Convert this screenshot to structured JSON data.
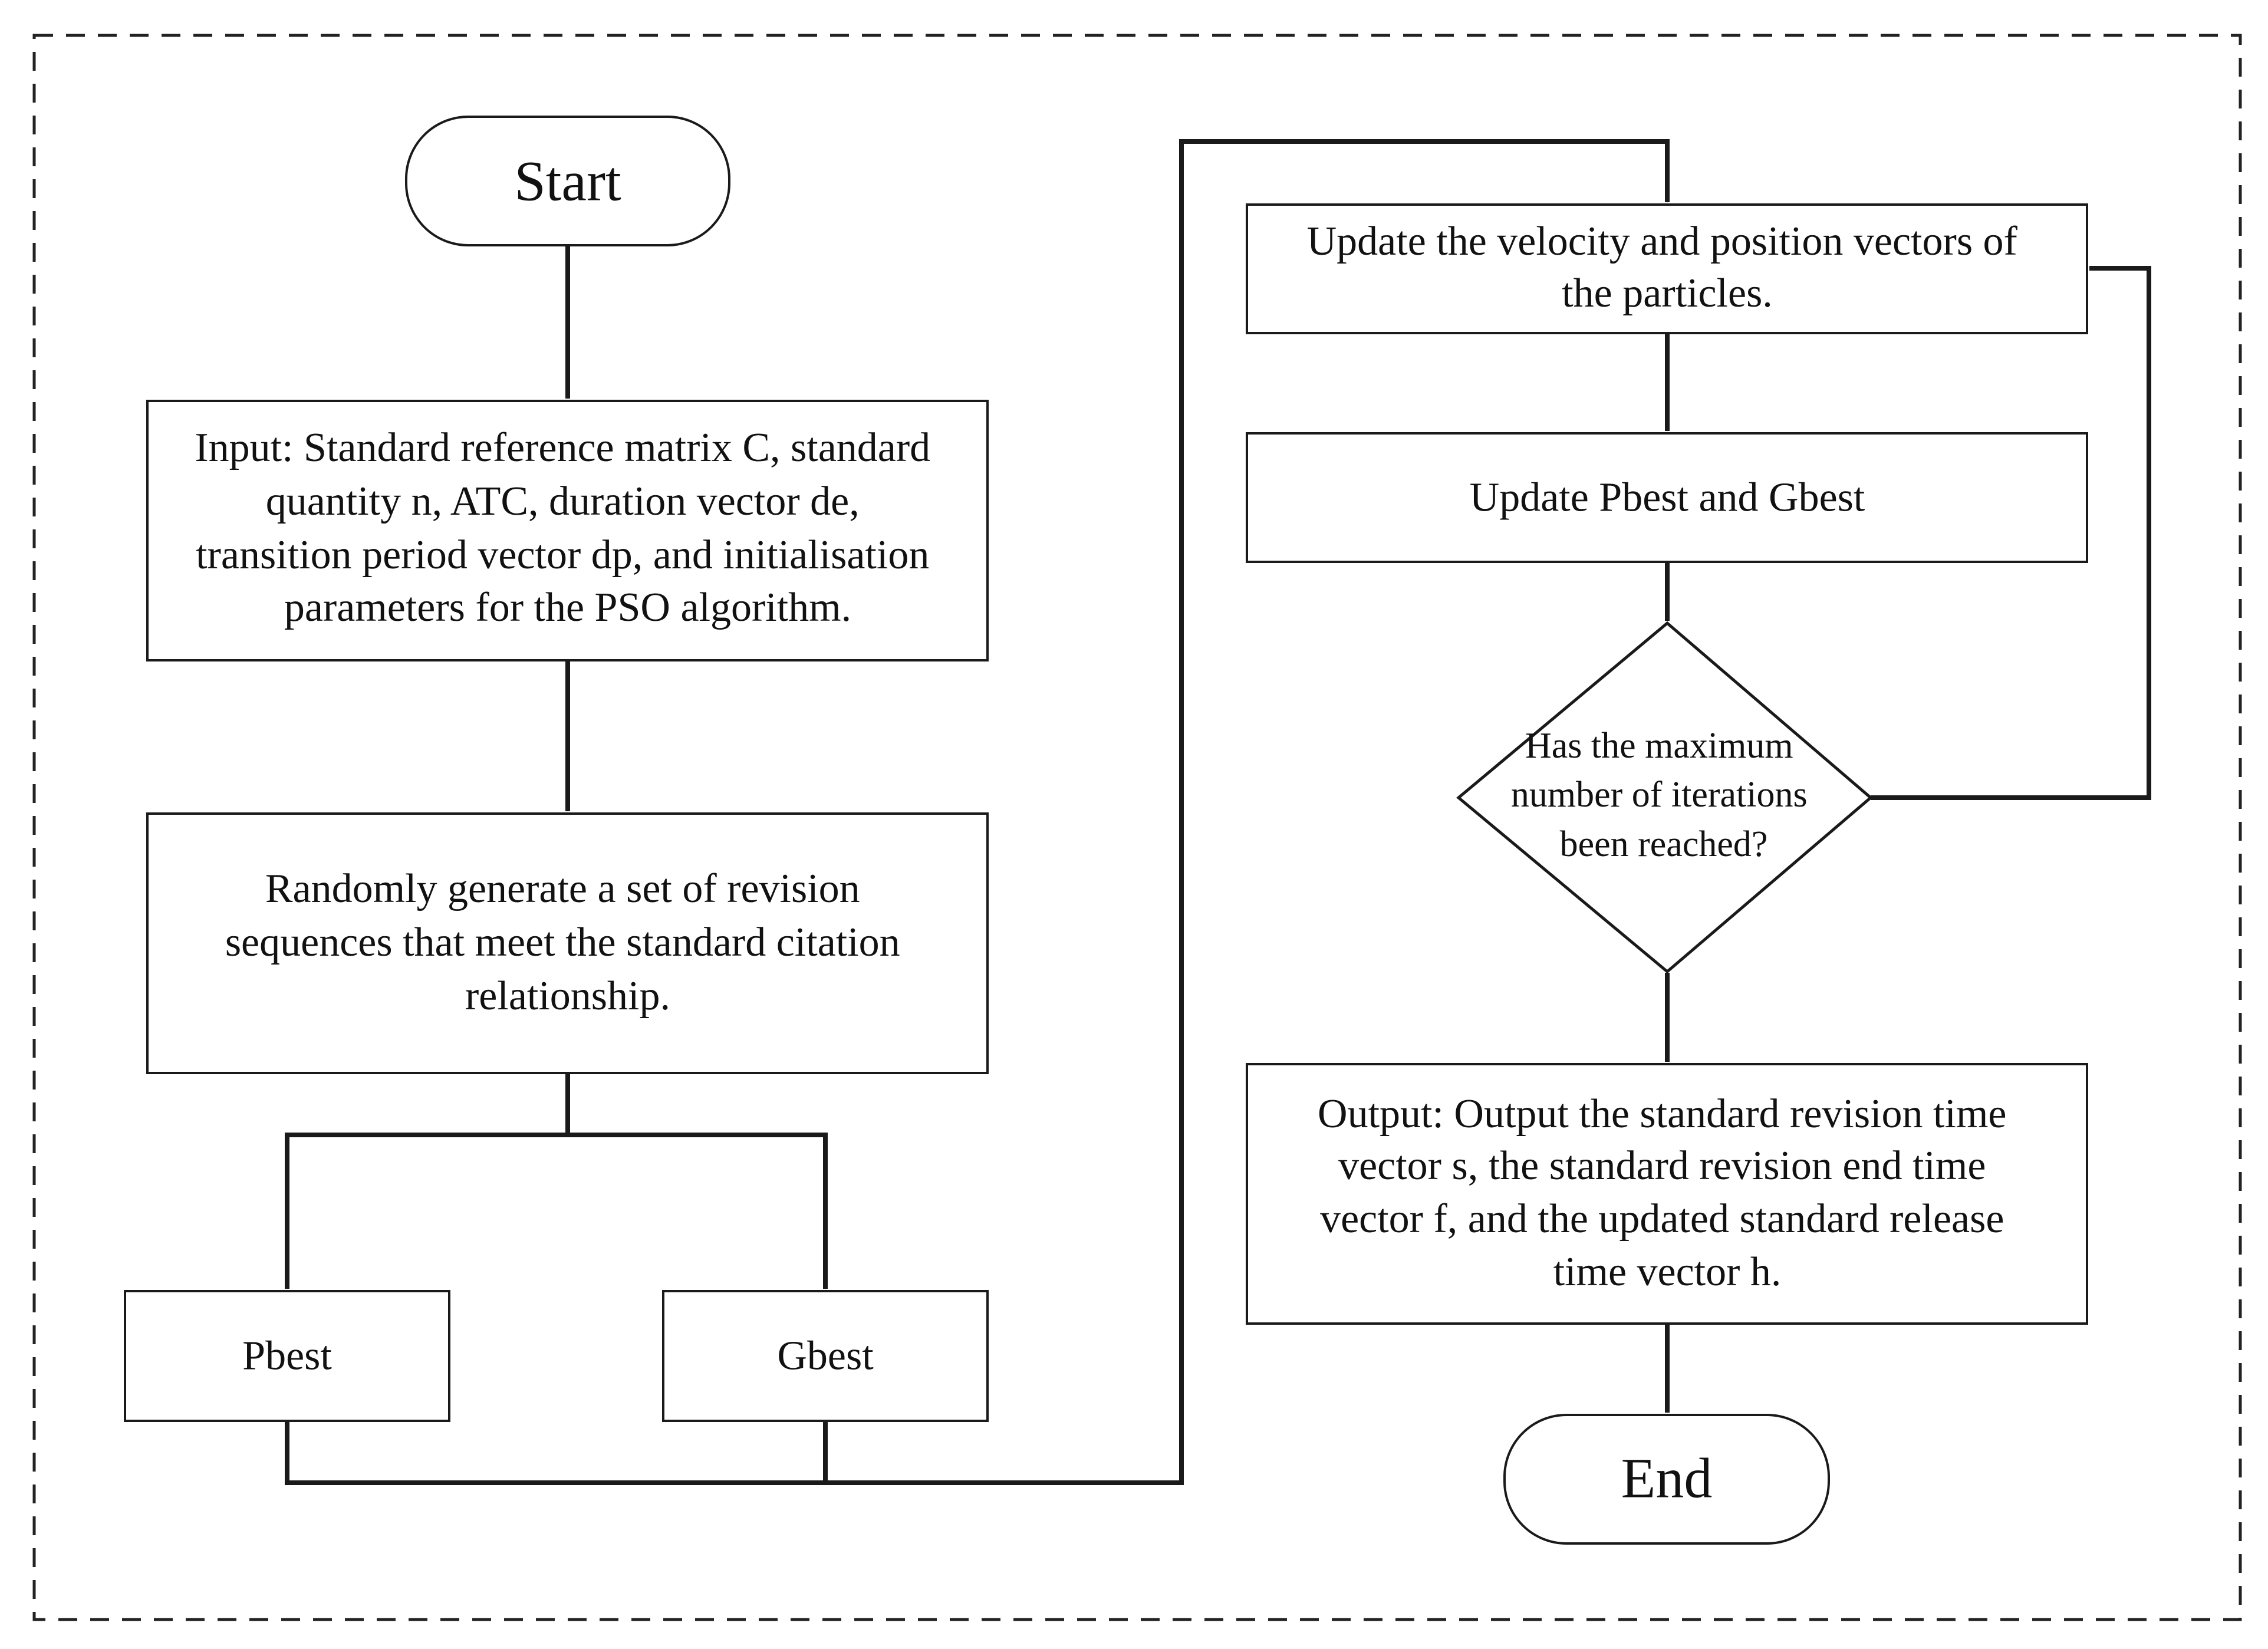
{
  "colors": {
    "stroke": "#1a1a1a",
    "border": "#222222",
    "text": "#111111",
    "background": "#ffffff"
  },
  "nodes": {
    "start": {
      "label": "Start"
    },
    "input": {
      "lines": [
        "Input: Standard reference matrix C, standard",
        "quantity n, ATC, duration vector de,",
        "transition period vector dp, and initialisation",
        "parameters for the PSO algorithm."
      ]
    },
    "generate": {
      "lines": [
        "Randomly generate a set of revision",
        "sequences that meet the standard citation",
        "relationship."
      ]
    },
    "pbest": {
      "label": "Pbest"
    },
    "gbest": {
      "label": "Gbest"
    },
    "update_velocity": {
      "lines": [
        "Update the velocity and position vectors of",
        "the particles."
      ]
    },
    "update_best": {
      "label": "Update Pbest and Gbest"
    },
    "decision": {
      "lines": [
        "Has the maximum",
        "number of iterations",
        "been reached?"
      ]
    },
    "output": {
      "lines": [
        "Output: Output the standard revision time",
        "vector s, the standard revision end time",
        "vector f, and the updated standard release",
        "time vector h."
      ]
    },
    "end": {
      "label": "End"
    }
  }
}
